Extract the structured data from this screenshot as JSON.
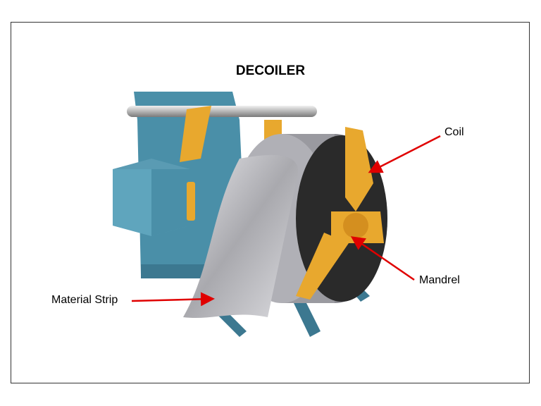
{
  "title": "DECOILER",
  "labels": {
    "coil": "Coil",
    "mandrel": "Mandrel",
    "material_strip": "Material Strip"
  },
  "colors": {
    "machine_body": "#4a8fa8",
    "arms": "#e8a82e",
    "coil": "#2a2a2a",
    "strip": "#c8c8cc",
    "arrows": "#e00000"
  }
}
